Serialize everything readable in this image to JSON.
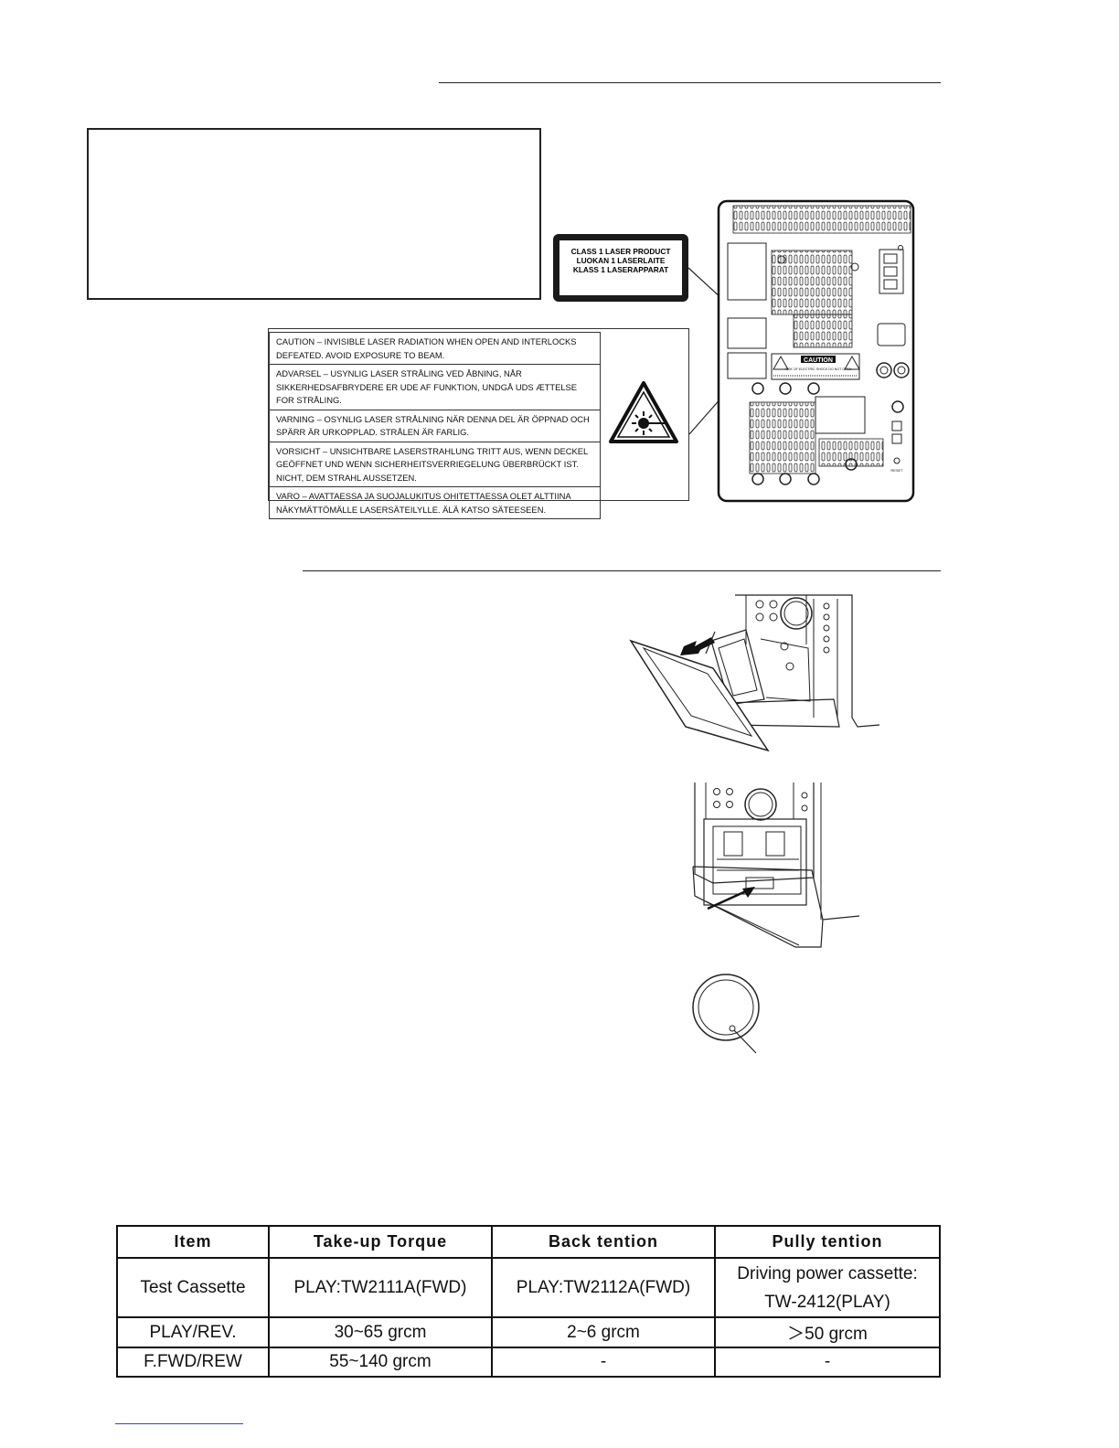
{
  "laser_label": {
    "lines": [
      "CLASS 1 LASER PRODUCT",
      "LUOKAN 1 LASERLAITE",
      "KLASS 1 LASERAPPARAT"
    ]
  },
  "warnings": [
    {
      "text": "CAUTION – INVISIBLE LASER RADIATION WHEN OPEN AND INTERLOCKS DEFEATED. AVOID EXPOSURE TO BEAM."
    },
    {
      "text": "ADVARSEL – USYNLIG LASER STRÅLING VED ÅBNING, NÅR SIKKERHEDSAFBRYDERE ER UDE AF FUNKTION, UNDGÅ UDS ÆTTELSE FOR STRÅLING."
    },
    {
      "text": "VARNING – OSYNLIG LASER STRÅLNING NÄR DENNA DEL ÄR ÖPPNAD OCH SPÄRR ÄR URKOPPLAD. STRÅLEN ÄR FARLIG."
    },
    {
      "text": "VORSICHT – UNSICHTBARE LASERSTRAHLUNG TRITT AUS, WENN DECKEL GEÖFFNET UND WENN SICHERHEITSVERRIEGELUNG ÜBERBRÜCKT IST. NICHT, DEM STRAHL AUSSETZEN."
    },
    {
      "text": "VARO – AVATTAESSA JA SUOJALUKITUS OHITETTAESSA OLET ALTTIINA NÄKYMÄTTÖMÄLLE LASERSÄTEILYLLE. ÄLÄ KATSO SÄTEESEEN."
    }
  ],
  "rear_panel": {
    "caution_label": "CAUTION",
    "caution_sub": "RISK OF ELECTRIC SHOCK DO NOT OPEN",
    "reset_label": "RESET"
  },
  "spec_table": {
    "headers": [
      "Item",
      "Take-up Torque",
      "Back tention",
      "Pully tention"
    ],
    "rows": [
      {
        "item": "Test Cassette",
        "takeup": "PLAY:TW2111A(FWD)",
        "back": "PLAY:TW2112A(FWD)",
        "pully_1": "Driving power cassette:",
        "pully_2": "TW-2412(PLAY)"
      },
      {
        "item": "PLAY/REV.",
        "takeup": "30~65 grcm",
        "back": "2~6 grcm",
        "pully": "＞50 grcm"
      },
      {
        "item": "F.FWD/REW",
        "takeup": "55~140 grcm",
        "back": "-",
        "pully": "-"
      }
    ]
  }
}
